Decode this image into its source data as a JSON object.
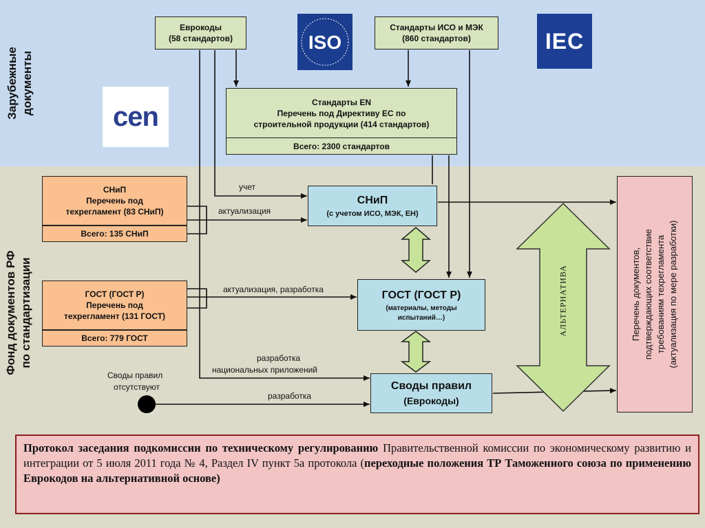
{
  "sidebar": {
    "foreign_label_1": "Зарубежные",
    "foreign_label_2": "документы",
    "rf_label_1": "Фонд документов РФ",
    "rf_label_2": "по стандартизации"
  },
  "logos": {
    "iso": "ISO",
    "iec": "IEC",
    "cen": "cen"
  },
  "boxes": {
    "eurocodes": {
      "line1": "Еврокоды",
      "line2": "(58 стандартов)"
    },
    "iso_iec": {
      "line1": "Стандарты ИСО и МЭК",
      "line2": "(860 стандартов)"
    },
    "en": {
      "line1": "Стандарты EN",
      "line2": "Перечень под Директиву ЕС по",
      "line3": "строительной продукции (414 стандартов)",
      "total": "Всего: 2300 стандартов"
    },
    "snip_left": {
      "line1": "СНиП",
      "line2": "Перечень под",
      "line3": "техрегламент (83 СНиП)",
      "total": "Всего: 135 СНиП"
    },
    "gost_left": {
      "line1": "ГОСТ (ГОСТ Р)",
      "line2": "Перечень под",
      "line3": "техрегламент (131 ГОСТ)",
      "total": "Всего: 779 ГОСТ"
    },
    "snip_center": {
      "title": "СНиП",
      "sub": "(с учетом ИСО, МЭК, ЕН)"
    },
    "gost_center": {
      "title": "ГОСТ (ГОСТ Р)",
      "sub1": "(материалы, методы",
      "sub2": "испытаний…)"
    },
    "svody": {
      "title": "Своды правил",
      "sub": "(Еврокоды)"
    },
    "right_list": {
      "line1": "Перечень документов,",
      "line2": "подтверждающих соответствие",
      "line3": "требованиям техрегламента",
      "line4": "(актуализация по мере разработки)"
    }
  },
  "arrows": {
    "uchet": "учет",
    "aktualizatsiya": "актуализация",
    "aktualizatsiya_razrabotka": "актуализация, разработка",
    "razrabotka_nat_1": "разработка",
    "razrabotka_nat_2": "национальных приложений",
    "razrabotka": "разработка",
    "svody_absent_1": "Своды правил",
    "svody_absent_2": "отсутствуют",
    "alternative": "АЛЬТЕРНАТИВА"
  },
  "protocol": {
    "bold1": "Протокол заседания подкомиссии по техническому регулированию",
    "normal1": " Правительственной комиссии по экономическому развитию и интеграции от 5 июля 2011 года № 4, Раздел IV пункт 5а протокола (",
    "bold2": "переходные положения ТР Таможенного союза по применению Еврокодов на альтернативной основе)"
  },
  "colors": {
    "foreign_band": "#c6d9ef",
    "rf_band": "#dcdac8",
    "green_box": "#d7e4bd",
    "orange_box": "#fac090",
    "blue_box": "#b7dee8",
    "pink_box": "#f2c4c4",
    "iso_blue": "#1b3d8f",
    "iec_blue": "#1c3f95",
    "cen_blue": "#2b3f8f"
  }
}
